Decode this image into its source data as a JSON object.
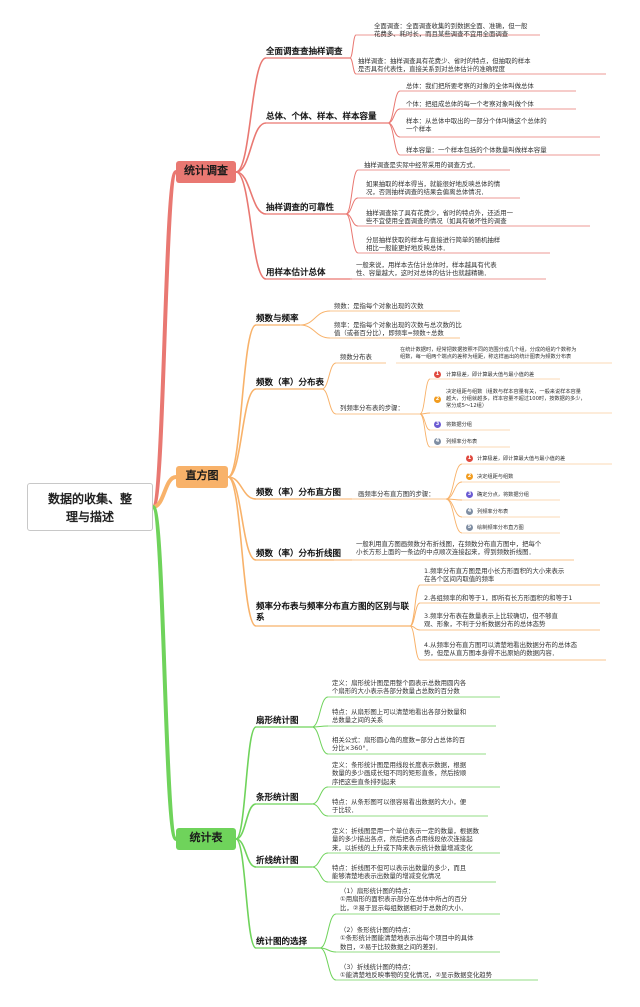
{
  "root": {
    "title": "数据的收集、整\n理与描述"
  },
  "colors": {
    "red": "#e97872",
    "orange": "#f8b26a",
    "green": "#6fd35b",
    "purple": "#9a86d6"
  },
  "branches": {
    "survey": {
      "title": "统计调查",
      "sub1": {
        "title": "全面调查查抽样调查",
        "leaves": [
          "全面调查：全面调查收集的到数据全面、准确，但一般\n花费多、耗时长，而且某些调查不宜用全面调查",
          "抽样调查：抽样调查具有花费少、省时的特点，但抽取的样本\n是否具有代表性，直接关系到对总体估计的准确程度"
        ]
      },
      "sub2": {
        "title": "总体、个体、样本、样本容量",
        "leaves": [
          "总体：我们把所要考察的对象的全体叫做总体",
          "个体：把组成总体的每一个考察对象叫做个体",
          "样本：从总体中取出的一部分个体叫做这个总体的\n一个样本",
          "样本容量：一个样本包括的个体数量叫做样本容量"
        ]
      },
      "sub3": {
        "title": "抽样调查的可靠性",
        "leaves": [
          "抽样调查是实际中经常采用的调查方式．",
          "如果抽取的样本得当，就能很好地反映总体的情\n况，否则抽样调查的结果会偏离总体情况．",
          "抽样调查除了具有花费少，省时的特点外，还适用一\n些不宜使用全面调查的情况（如具有破坏性的调查",
          "分层抽样获取的样本与直接进行简单的随机抽样\n相比一般能更好地反映总体．"
        ]
      },
      "sub4": {
        "title": "用样本估计总体",
        "leaves": [
          "一般来说，用样本去估计总体时，样本越具有代表\n性、容量越大，这时对总体的估计也就越精确．"
        ]
      }
    },
    "histogram": {
      "title": "直方图",
      "sub1": {
        "title": "频数与频率",
        "leaves": [
          "频数：是指每个对象出现的次数",
          "频率：是指每个对象出现的次数与总次数的比\n值（或者百分比），即频率=频数÷总数"
        ]
      },
      "sub2": {
        "title": "频数（率）分布表",
        "label1": "频数分布表",
        "desc1": "在统计数据时，经常把数据按照不同的范围分成几个组，分成的组的个数称为\n组数，每一组两个端点的差称为组距，称这样画出的统计图表为频数分布表",
        "label2": "列频率分布表的步骤：",
        "steps": [
          "计算极差，即计算最大值与最小值的差",
          "决定组距与组数（组数与样本容量有关，一般来说样本容量\n越大，分组就越多，样本容量不超过100时，按数据的多少，\n常分成5～12组）",
          "将数据分组",
          "列频率分布表"
        ],
        "step_nums": [
          "1",
          "2",
          "3",
          "4"
        ]
      },
      "sub3": {
        "title": "频数（率）分布直方图",
        "label": "画频率分布直方图的步骤：",
        "steps": [
          "计算极差，即计算最大值与最小值的差",
          "决定组距与组数",
          "确定分点，将数据分组",
          "列频率分布表",
          "绘制频率分布直方图"
        ],
        "step_nums": [
          "1",
          "2",
          "3",
          "4",
          "5"
        ]
      },
      "sub4": {
        "title": "频数（率）分布折线图",
        "leaves": [
          "一般利用直方图画频数分布折线图，在频数分布直方图中，把每个\n小长方形上面的一条边的中点顺次连接起来，得到频数折线图．"
        ]
      },
      "sub5": {
        "title": "频率分布表与频率分布直方图的区别与联\n系",
        "leaves": [
          "1.频率分布直方图是用小长方形面积的大小来表示\n在各个区间内取值的频率",
          "2.各组频率的和等于1，即所有长方形面积的和等于1",
          "3.频率分布表在数量表示上比较确切，但不够直\n观、形象，不利于分析数据分布的总体态势",
          "4.从频率分布直方图可以清楚地看出数据分布的总体态\n势，但是从直方图本身得不出原始的数据内容．"
        ]
      }
    },
    "charts": {
      "title": "统计表",
      "sub1": {
        "title": "扇形统计图",
        "leaves": [
          "定义：扇形统计图是用整个圆表示总数用圆内各\n个扇形的大小表示各部分数量占总数的百分数",
          "特点：从扇形图上可以清楚地看出各部分数量和\n总数量之间的关系",
          "相关公式：扇形圆心角的度数=部分占总体的百\n分比×360°．"
        ]
      },
      "sub2": {
        "title": "条形统计图",
        "leaves": [
          "定义：条形统计图是用线段长度表示数据，根据\n数量的多少画成长短不同的矩形直条，然后按顺\n序把这些直条排列起来",
          "特点：从条形图可以很容易看出数据的大小，便\n于比较．"
        ]
      },
      "sub3": {
        "title": "折线统计图",
        "leaves": [
          "定义：折线图是用一个单位表示一定的数量，根据数\n量的多少描出各点，然后把各点用线段依次连接起\n来，以折线的上升或下降来表示统计数量增减变化",
          "特点：折线图不但可以表示出数量的多少，而且\n能够清楚地表示出数量的增减变化情况"
        ]
      },
      "sub4": {
        "title": "统计图的选择",
        "leaves": [
          "（1）扇形统计图的特点：\n①用扇形的面积表示部分在总体中所占的百分\n比，②易于显示每组数据相对于总数的大小．",
          "（2）条形统计图的特点：\n①条形统计图能清楚地表示出每个项目中的具体\n数目，②易于比较数据之间的差别．",
          "（3）折线统计图的特点：\n①能清楚地反映事物的变化情况，②显示数据变化趋势"
        ]
      }
    }
  }
}
